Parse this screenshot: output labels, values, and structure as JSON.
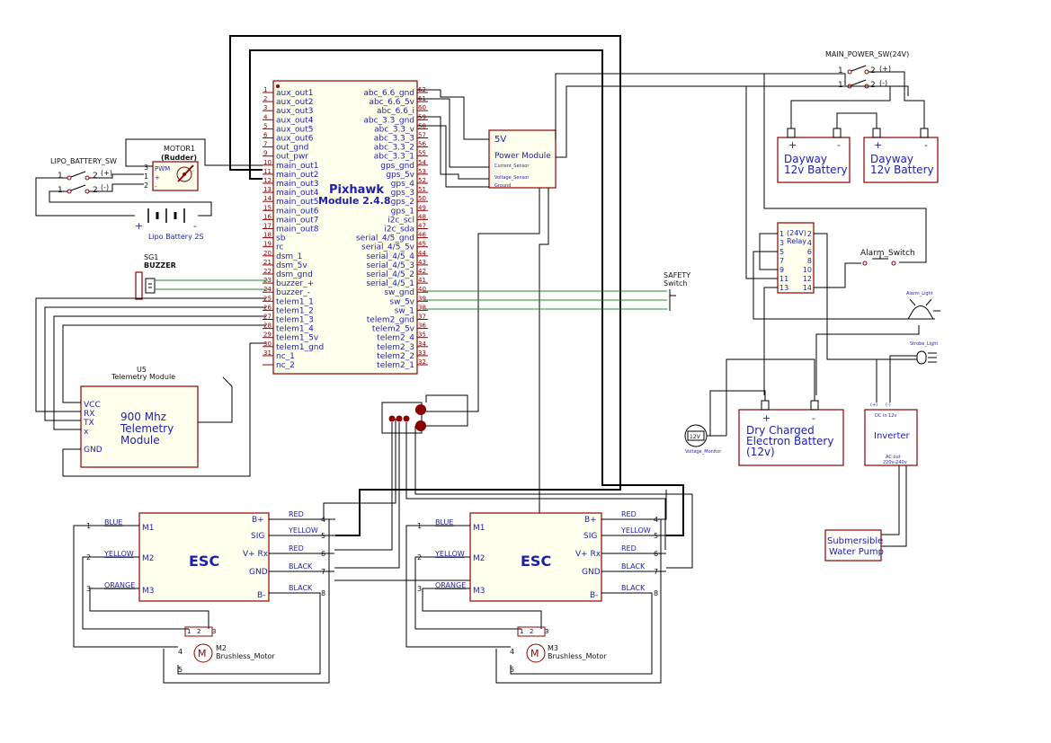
{
  "fc": {
    "title": "Pixhawk",
    "subtitle": "Module 2.4.8",
    "left_pins": [
      {
        "n": "1",
        "name": "aux_out1"
      },
      {
        "n": "2",
        "name": "aux_out2"
      },
      {
        "n": "3",
        "name": "aux_out3"
      },
      {
        "n": "4",
        "name": "aux_out4"
      },
      {
        "n": "5",
        "name": "aux_out5"
      },
      {
        "n": "6",
        "name": "aux_out6"
      },
      {
        "n": "7",
        "name": "out_gnd"
      },
      {
        "n": "9",
        "name": "out_pwr"
      },
      {
        "n": "10",
        "name": "main_out1"
      },
      {
        "n": "11",
        "name": "main_out2"
      },
      {
        "n": "12",
        "name": "main_out3"
      },
      {
        "n": "13",
        "name": "main_out4"
      },
      {
        "n": "14",
        "name": "main_out5"
      },
      {
        "n": "15",
        "name": "main_out6"
      },
      {
        "n": "16",
        "name": "main_out7"
      },
      {
        "n": "17",
        "name": "main_out8"
      },
      {
        "n": "18",
        "name": "sb"
      },
      {
        "n": "19",
        "name": "rc"
      },
      {
        "n": "20",
        "name": "dsm_1"
      },
      {
        "n": "21",
        "name": "dsm_5v"
      },
      {
        "n": "22",
        "name": "dsm_gnd"
      },
      {
        "n": "23",
        "name": "buzzer_+"
      },
      {
        "n": "24",
        "name": "buzzer_-"
      },
      {
        "n": "25",
        "name": "telem1_1"
      },
      {
        "n": "26",
        "name": "telem1_2"
      },
      {
        "n": "27",
        "name": "telem1_3"
      },
      {
        "n": "28",
        "name": "telem1_4"
      },
      {
        "n": "29",
        "name": "telem1_5v"
      },
      {
        "n": "30",
        "name": "telem1_gnd"
      },
      {
        "n": "31",
        "name": "nc_1"
      },
      {
        "n": "",
        "name": "nc_2"
      }
    ],
    "right_pins": [
      {
        "n": "62",
        "name": "abc_6.6_gnd"
      },
      {
        "n": "61",
        "name": "abc_6.6_5v"
      },
      {
        "n": "60",
        "name": "abc_6.6_i"
      },
      {
        "n": "59",
        "name": "abc_3.3_gnd"
      },
      {
        "n": "58",
        "name": "abc_3.3_v"
      },
      {
        "n": "57",
        "name": "abc_3.3_3"
      },
      {
        "n": "56",
        "name": "abc_3.3_2"
      },
      {
        "n": "55",
        "name": "abc_3.3_1"
      },
      {
        "n": "54",
        "name": "gps_gnd"
      },
      {
        "n": "53",
        "name": "gps_5v"
      },
      {
        "n": "52",
        "name": "gps_4"
      },
      {
        "n": "51",
        "name": "gps_3"
      },
      {
        "n": "50",
        "name": "gps_2"
      },
      {
        "n": "49",
        "name": "gps_1"
      },
      {
        "n": "48",
        "name": "i2c_scl"
      },
      {
        "n": "47",
        "name": "i2c_sda"
      },
      {
        "n": "46",
        "name": "serial_4/5_gnd"
      },
      {
        "n": "45",
        "name": "serial_4/5_5v"
      },
      {
        "n": "44",
        "name": "serial_4/5_4"
      },
      {
        "n": "43",
        "name": "serial_4/5_3"
      },
      {
        "n": "42",
        "name": "serial_4/5_2"
      },
      {
        "n": "41",
        "name": "serial_4/5_1"
      },
      {
        "n": "40",
        "name": "sw_gnd"
      },
      {
        "n": "39",
        "name": "sw_5v"
      },
      {
        "n": "38",
        "name": "sw_1"
      },
      {
        "n": "37",
        "name": "telem2_gnd"
      },
      {
        "n": "36",
        "name": "telem2_5v"
      },
      {
        "n": "35",
        "name": "telem2_4"
      },
      {
        "n": "34",
        "name": "telem2_3"
      },
      {
        "n": "33",
        "name": "telem2_2"
      },
      {
        "n": "32",
        "name": "telem2_1"
      }
    ]
  },
  "power_module": {
    "title": "Power Module",
    "v": "5V",
    "current": "Current_Sensor",
    "voltage": "Voltage_Sensor",
    "ground": "Ground"
  },
  "main_power_sw": {
    "title": "MAIN_POWER_SW(24V)",
    "p1": "1",
    "p2": "2",
    "plus": "(+)",
    "minus": "(-)"
  },
  "batteries": [
    {
      "label1": "Dayway",
      "label2": "12v Battery",
      "plus": "+",
      "minus": "-"
    },
    {
      "label1": "Dayway",
      "label2": "12v Battery",
      "plus": "+",
      "minus": "-"
    }
  ],
  "lipo_sw": {
    "title": "LIPO_BATTERY_SW",
    "p1": "1",
    "p2": "2",
    "plus": "(+)",
    "minus": "(-)"
  },
  "motor1": {
    "title": "MOTOR1",
    "subtitle": "(Rudder)",
    "pwm": "PWM",
    "p3": "3",
    "p1": "1",
    "p2": "2",
    "pin_plus": "+",
    "pin_minus": "-"
  },
  "lipo": {
    "label": "Lipo Battery 2S",
    "plus": "+",
    "minus": "-"
  },
  "buzzer": {
    "ref": "SG1",
    "name": "BUZZER"
  },
  "telemetry": {
    "ref": "U5",
    "title": "Telemetry Module",
    "l1": "900 Mhz",
    "l2": "Telemetry",
    "l3": "Module",
    "pins": [
      "VCC",
      "RX",
      "TX",
      "x",
      "GND"
    ]
  },
  "safety": {
    "l1": "SAFETY",
    "l2": "Switch"
  },
  "relay": {
    "title": "(24V)",
    "sub": "Relay",
    "left": [
      "1",
      "3",
      "5",
      "7",
      "9",
      "11",
      "13"
    ],
    "right": [
      "2",
      "4",
      "6",
      "8",
      "10",
      "12",
      "14"
    ]
  },
  "alarm_switch": "Alarm_Switch",
  "alarm_light": "Alarm_Light",
  "strobe_light": "Strobe_Light",
  "dry_battery": {
    "l1": "Dry Charged",
    "l2": "Electron Battery",
    "l3": "(12v)",
    "plus": "+",
    "minus": "-"
  },
  "voltage_monitor": {
    "label": "Voltage_Monitor",
    "v": "12V"
  },
  "inverter": {
    "title": "Inverter",
    "dc": "DC in 12v",
    "ac": "AC out",
    "ac2": "220v-240v",
    "plus": "(+)",
    "minus": "(-)"
  },
  "pump": {
    "l1": "Submersible",
    "l2": "Water Pump"
  },
  "esc1": {
    "title": "ESC",
    "left": [
      "M1",
      "M2",
      "M3"
    ],
    "right": [
      "B+",
      "SIG",
      "V+ Rx",
      "GND",
      "B-"
    ],
    "wires_left": [
      {
        "n": "1",
        "c": "BLUE"
      },
      {
        "n": "2",
        "c": "YELLOW"
      },
      {
        "n": "3",
        "c": "ORANGE"
      }
    ],
    "wires_right": [
      {
        "n": "4",
        "c": "RED"
      },
      {
        "n": "5",
        "c": "YELLOW"
      },
      {
        "n": "6",
        "c": "RED"
      },
      {
        "n": "7",
        "c": "BLACK"
      },
      {
        "n": "8",
        "c": "BLACK"
      }
    ],
    "motor_ref": "M2",
    "motor_name": "Brushless_Motor",
    "mpins": [
      "1",
      "2",
      "3",
      "4",
      "5"
    ]
  },
  "esc2": {
    "title": "ESC",
    "left": [
      "M1",
      "M2",
      "M3"
    ],
    "right": [
      "B+",
      "SIG",
      "V+ Rx",
      "GND",
      "B-"
    ],
    "wires_left": [
      {
        "n": "1",
        "c": "BLUE"
      },
      {
        "n": "2",
        "c": "YELLOW"
      },
      {
        "n": "3",
        "c": "ORANGE"
      }
    ],
    "wires_right": [
      {
        "n": "4",
        "c": "RED"
      },
      {
        "n": "5",
        "c": "YELLOW"
      },
      {
        "n": "6",
        "c": "RED"
      },
      {
        "n": "7",
        "c": "BLACK"
      },
      {
        "n": "8",
        "c": "BLACK"
      }
    ],
    "motor_ref": "M3",
    "motor_name": "Brushless_Motor",
    "mpins": [
      "1",
      "2",
      "3",
      "4",
      "5"
    ]
  }
}
